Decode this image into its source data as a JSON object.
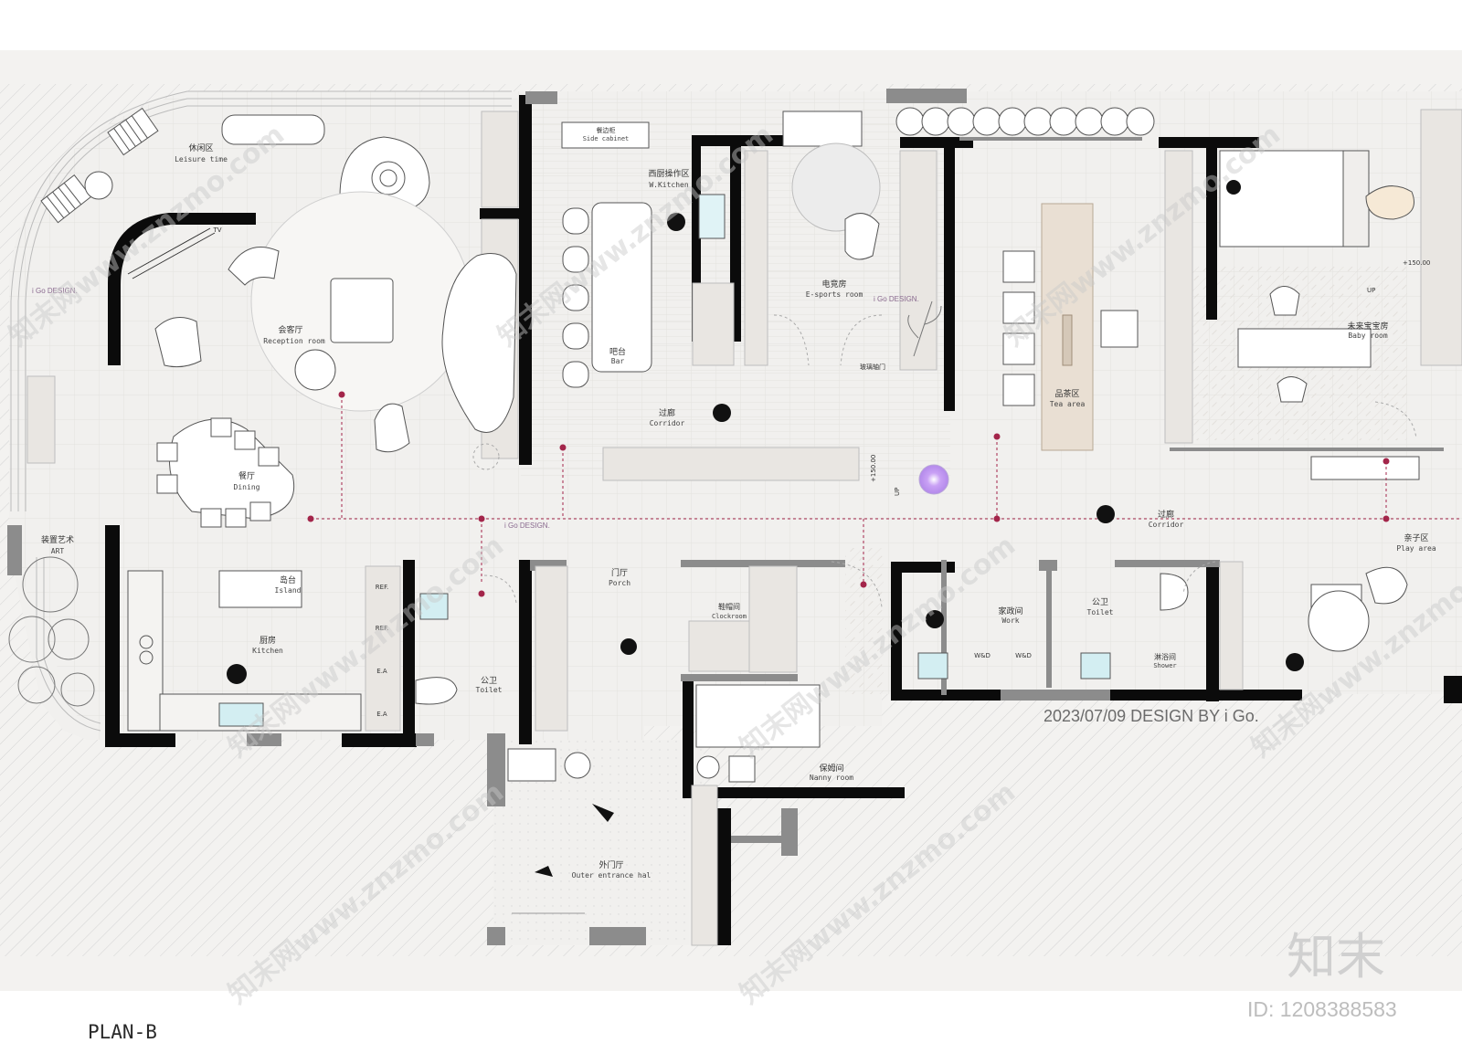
{
  "plan_title": "PLAN-B",
  "credit": "2023/07/09 DESIGN BY i Go.",
  "brand_logo_text": "知末",
  "image_id": "ID: 1208388583",
  "watermark_text": "知末网www.znzmo.com",
  "studio_tag": "i Go DESIGN.",
  "colors": {
    "wall": "#0b0b0b",
    "wall_gray": "#8e8e8e",
    "floor": "#f1f0ee",
    "grid": "#e2e1de",
    "hatch": "#d4d4d4",
    "axis": "#a3254a",
    "lamp": "#c39bf2"
  },
  "rooms": {
    "leisure": {
      "zh": "休闲区",
      "en": "Leisure time"
    },
    "tv": "TV",
    "reception": {
      "zh": "会客厅",
      "en": "Reception room"
    },
    "dining": {
      "zh": "餐厅",
      "en": "Dining"
    },
    "art": {
      "zh": "装置艺术",
      "en": "ART"
    },
    "side_cabinet": {
      "zh": "餐边柜",
      "en": "Side cabinet"
    },
    "w_kitchen": {
      "zh": "西厨操作区",
      "en": "W.Kitchen"
    },
    "bar": {
      "zh": "吧台",
      "en": "Bar"
    },
    "esports": {
      "zh": "电竞房",
      "en": "E-sports room"
    },
    "glass_door": "玻璃轴门",
    "corridor_1": {
      "zh": "过廊",
      "en": "Corridor"
    },
    "tea": {
      "zh": "品茶区",
      "en": "Tea area"
    },
    "baby": {
      "zh": "未来宝宝房",
      "en": "Baby room"
    },
    "corridor_2": {
      "zh": "过廊",
      "en": "Corridor"
    },
    "play": {
      "zh": "亲子区",
      "en": "Play area"
    },
    "island": {
      "zh": "岛台",
      "en": "Island"
    },
    "kitchen": {
      "zh": "厨房",
      "en": "Kitchen"
    },
    "public_toilet": {
      "zh": "公卫",
      "en": "Toilet"
    },
    "porch": {
      "zh": "门厅",
      "en": "Porch"
    },
    "clockroom": {
      "zh": "鞋帽间",
      "en": "Clockroom"
    },
    "nanny": {
      "zh": "保姆间",
      "en": "Nanny room"
    },
    "outer_hall": {
      "zh": "外门厅",
      "en": "Outer entrance hal"
    },
    "work": {
      "zh": "家政间",
      "en": "Work"
    },
    "toilet_2": {
      "zh": "公卫",
      "en": "Toilet"
    },
    "shower": {
      "zh": "淋浴间",
      "en": "Shower"
    }
  },
  "appliances": {
    "ref": "REF.",
    "ea": "E.A",
    "wd": "W&D"
  },
  "levels": {
    "up": "UP",
    "corridor_level": "+150.00",
    "baby_level": "+150.00"
  }
}
